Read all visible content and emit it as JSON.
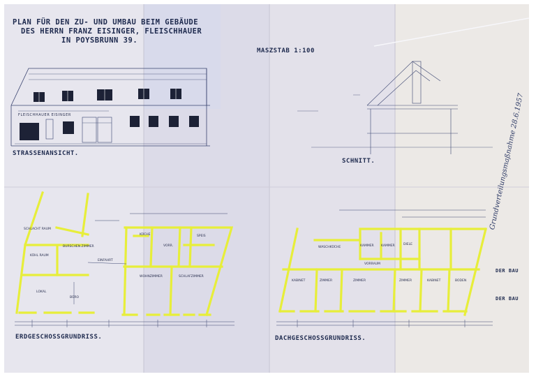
{
  "title": {
    "line1": "PLAN FÜR DEN ZU- UND UMBAU BEIM GEBÄUDE",
    "line2": "DES HERRN FRANZ EISINGER, FLEISCHHAUER",
    "line3": "IN POYSBRUNN 39."
  },
  "scale_label": "MASZSTAB 1:100",
  "sections": {
    "street_view": "STRASSENANSICHT.",
    "cross_section": "SCHNITT.",
    "ground_floor": "ERDGESCHOSSGRUNDRISS.",
    "attic_floor": "DACHGESCHOSSGRUNDRISS."
  },
  "facade_sign": "FLEISCHHAUER EISINGER",
  "ground_rooms": {
    "kuhlraum": "KÜHL RAUM",
    "schlachtraum": "SCHLACHT RAUM",
    "burschenzimmer": "BURSCHEN ZIMMER",
    "einfahrt": "EINFAHRT",
    "lokal": "LOKAL",
    "buero": "BÜRO",
    "kuche": "KÜCHE",
    "vorr": "VORR.",
    "speis": "SPEIS",
    "wohnzimmer": "WOHNZIMMER",
    "schlafzimmer": "SCHLAFZIMMER"
  },
  "attic_rooms": {
    "waschkuche": "WASCHKÜCHE",
    "kammer1": "KAMMER",
    "kammer2": "KAMMER",
    "diele": "DIELE",
    "vorraum": "VORRAUM",
    "kabinet1": "KABINET",
    "zimmer1": "ZIMMER",
    "zimmer2": "ZIMMER",
    "zimmer3": "ZIMMER",
    "kabinet2": "KABINET",
    "boden": "BODEN"
  },
  "approval": {
    "handwritten": "Grundverteilungsmaßnahme 28.6.1957",
    "stamp1": "DER BAU",
    "stamp2": "DER BAU"
  },
  "colors": {
    "paper": "#e4e2ec",
    "ink": "#3a4470",
    "walls": "#e7ee3a"
  }
}
